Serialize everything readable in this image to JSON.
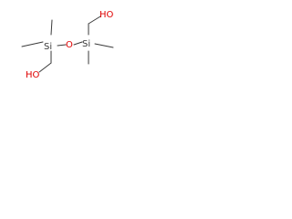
{
  "molecule": {
    "labels": {
      "si_left": "Si",
      "si_right": "Si",
      "o_bridge": "O",
      "oh_top": "HO",
      "oh_bottom": "HO"
    },
    "colors": {
      "carbon": "#3a3a3a",
      "oxygen": "#e00000"
    }
  }
}
